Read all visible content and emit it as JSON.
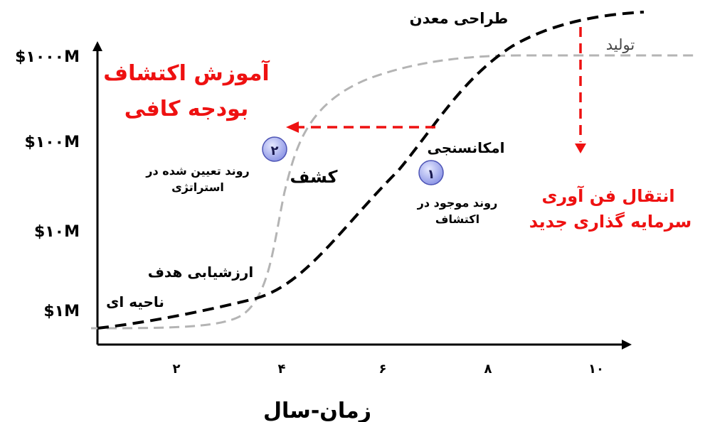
{
  "y_axis": {
    "ticks": [
      "$۱۰۰۰M",
      "$۱۰۰M",
      "$۱۰M",
      "$۱M"
    ]
  },
  "x_axis": {
    "ticks": [
      "۲",
      "۴",
      "۶",
      "۸",
      "۱۰"
    ],
    "label": "زمان-سال"
  },
  "labels": {
    "mine_design": "طراحی معدن",
    "production": "تولید",
    "training_line1": "آموزش اکتشاف",
    "training_line2": "بودجه کافی",
    "feasibility": "امکانسنجی",
    "discovery": "کشف",
    "strategic_line1": "روند تعیین شده در",
    "strategic_line2": "استراتژی",
    "existing_line1": "روند موجود در",
    "existing_line2": "اکتشاف",
    "tech_line1": "انتقال فن آوری",
    "tech_line2": "سرمایه گذاری جدید",
    "target_eval": "ارزشیابی هدف",
    "regional": "ناحیه ای"
  },
  "markers": {
    "marker1": "۱",
    "marker2": "۲"
  },
  "colors": {
    "black_curve": "#000000",
    "gray_curve": "#b4b4b4",
    "red": "#ee1111",
    "marker_fill": "#9ea6ee"
  }
}
